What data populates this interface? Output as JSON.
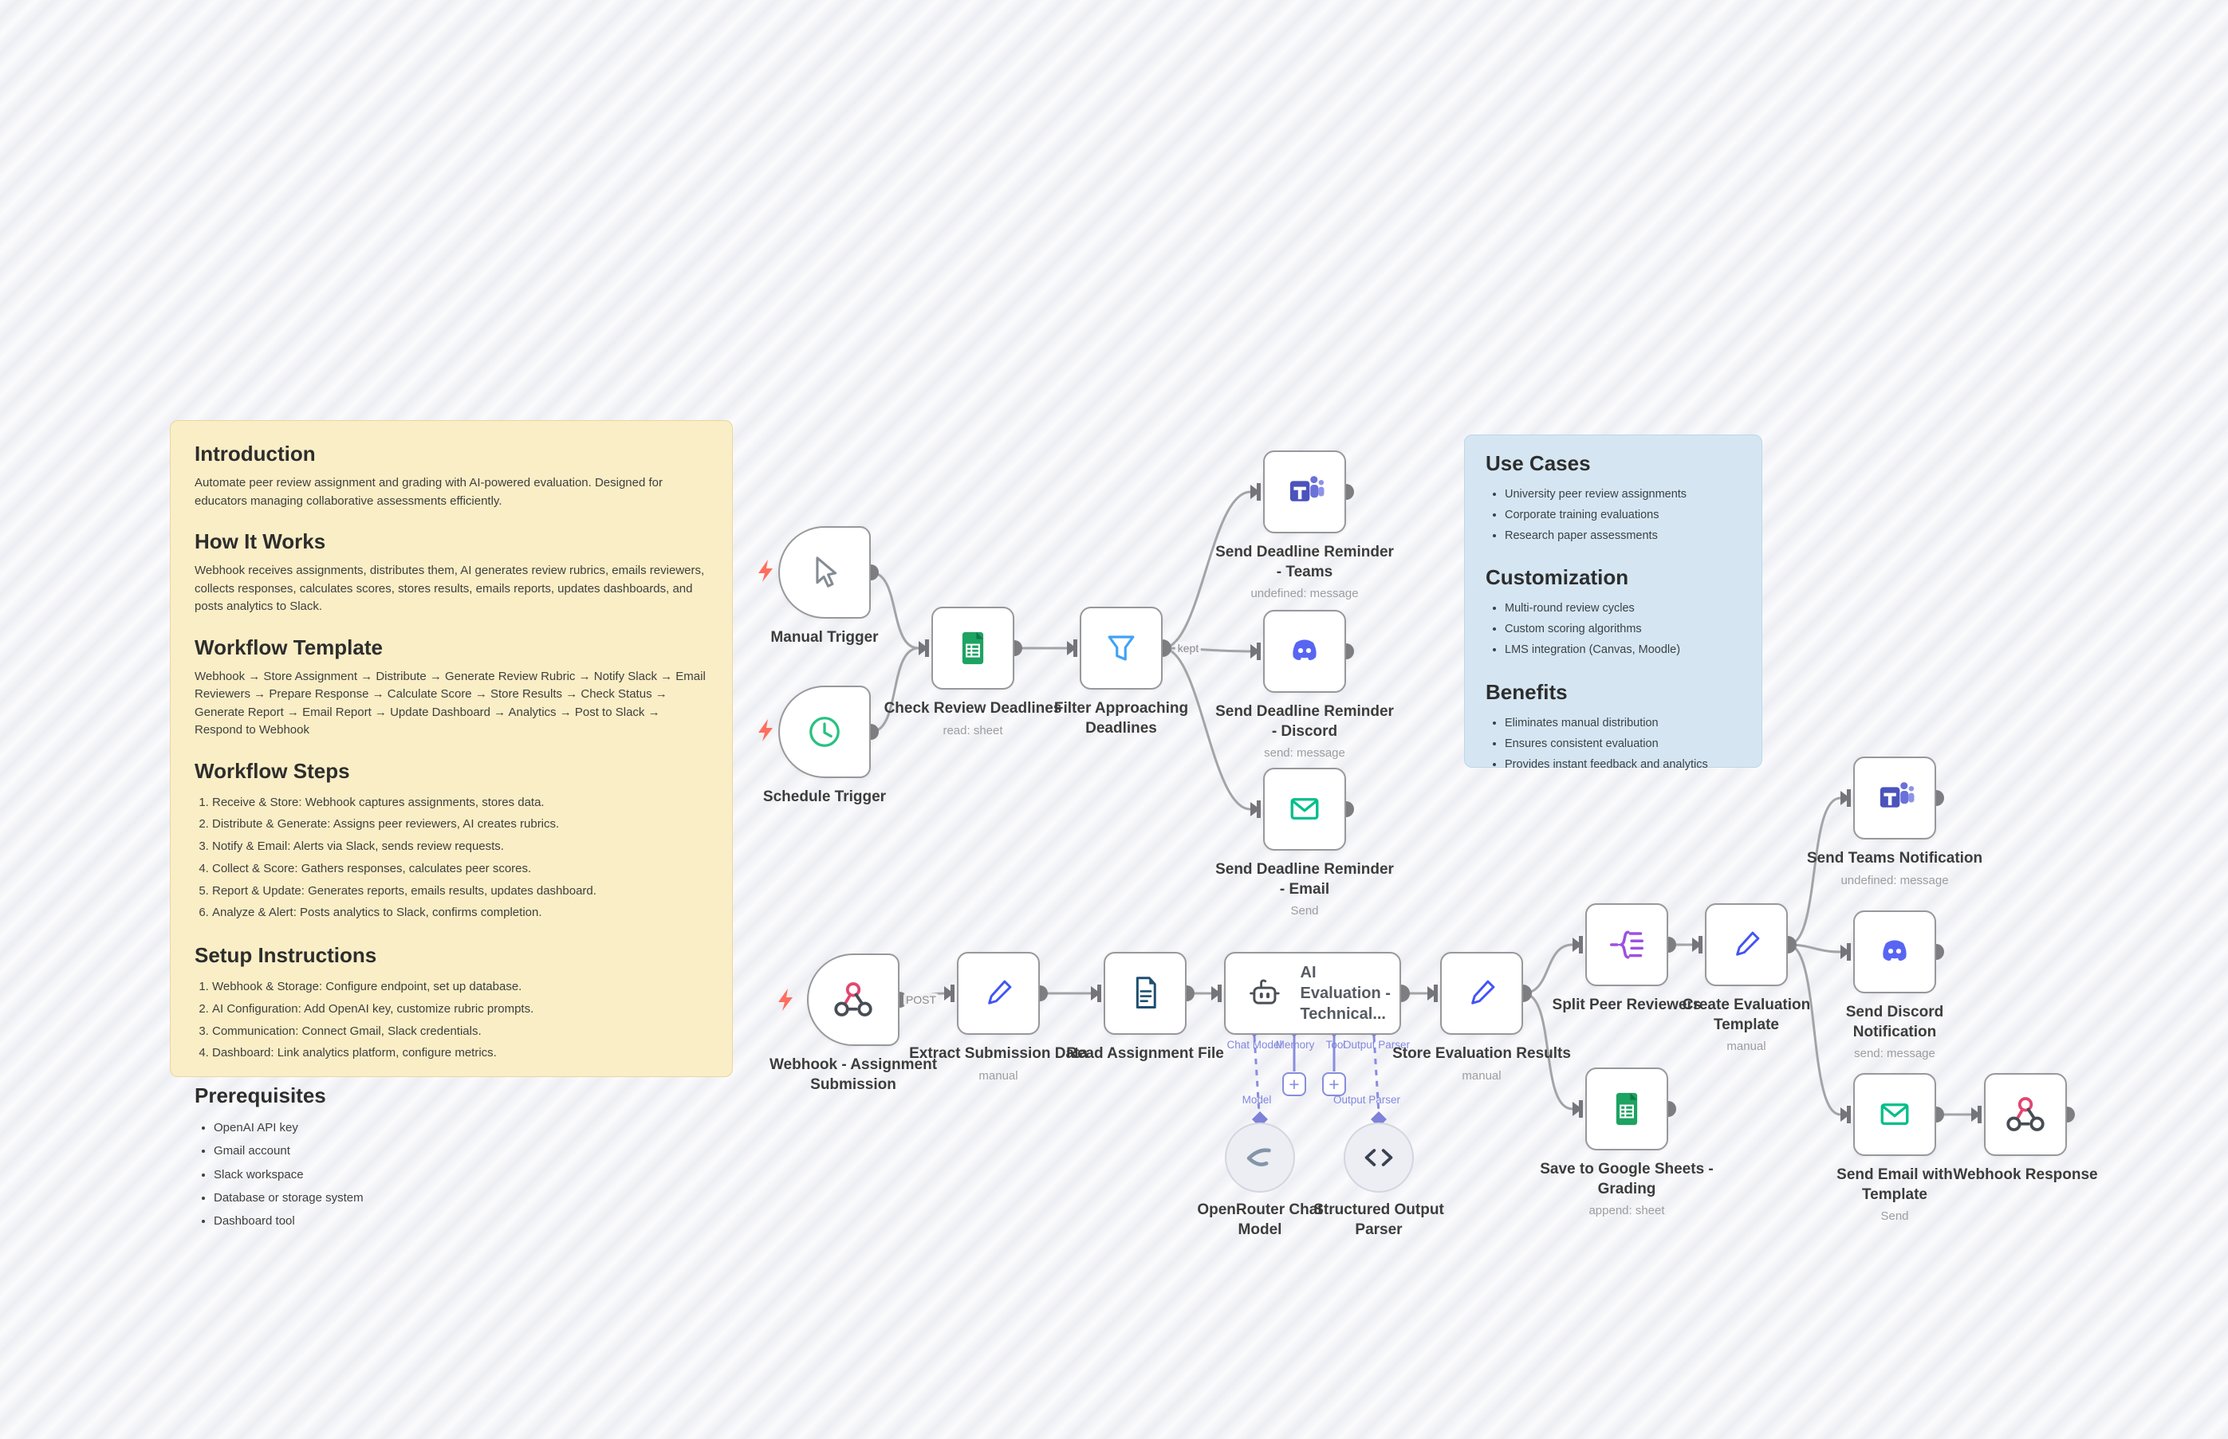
{
  "notes": {
    "yellow": {
      "intro_h": "Introduction",
      "intro_p": "Automate peer review assignment and grading with AI-powered evaluation. Designed for educators managing collaborative assessments efficiently.",
      "how_h": "How It Works",
      "how_p": "Webhook receives assignments, distributes them, AI generates review rubrics, emails reviewers, collects responses, calculates scores, stores results, emails reports, updates dashboards, and posts analytics to Slack.",
      "template_h": "Workflow Template",
      "template_p": "Webhook → Store Assignment → Distribute → Generate Review Rubric → Notify Slack → Email Reviewers → Prepare Response → Calculate Score → Store Results → Check Status → Generate Report → Email Report → Update Dashboard → Analytics → Post to Slack → Respond to Webhook",
      "steps_h": "Workflow Steps",
      "steps": [
        "Receive & Store: Webhook captures assignments, stores data.",
        "Distribute & Generate: Assigns peer reviewers, AI creates rubrics.",
        "Notify & Email: Alerts via Slack, sends review requests.",
        "Collect & Score: Gathers responses, calculates peer scores.",
        "Report & Update: Generates reports, emails results, updates dashboard.",
        "Analyze & Alert: Posts analytics to Slack, confirms completion."
      ],
      "setup_h": "Setup Instructions",
      "setup": [
        "Webhook & Storage: Configure endpoint, set up database.",
        "AI Configuration: Add OpenAI key, customize rubric prompts.",
        "Communication: Connect Gmail, Slack credentials.",
        "Dashboard: Link analytics platform, configure metrics."
      ],
      "prereq_h": "Prerequisites",
      "prereqs": [
        "OpenAI API key",
        "Gmail account",
        "Slack workspace",
        "Database or storage system",
        "Dashboard tool"
      ]
    },
    "blue": {
      "usecases_h": "Use Cases",
      "usecases": [
        "University peer review assignments",
        "Corporate training evaluations",
        "Research paper assessments"
      ],
      "custom_h": "Customization",
      "custom": [
        "Multi-round review cycles",
        "Custom scoring algorithms",
        "LMS integration (Canvas, Moodle)"
      ],
      "benefits_h": "Benefits",
      "benefits": [
        "Eliminates manual distribution",
        "Ensures consistent evaluation",
        "Provides instant feedback and analytics"
      ]
    }
  },
  "nodes": {
    "manual_trigger": {
      "name": "Manual Trigger"
    },
    "schedule_trigger": {
      "name": "Schedule Trigger"
    },
    "check_deadlines": {
      "name": "Check Review Deadlines",
      "subtitle": "read: sheet"
    },
    "filter_deadlines": {
      "name": "Filter Approaching\nDeadlines"
    },
    "rem_teams": {
      "name": "Send Deadline Reminder\n- Teams",
      "subtitle": "undefined: message"
    },
    "rem_discord": {
      "name": "Send Deadline Reminder\n- Discord",
      "subtitle": "send: message"
    },
    "rem_email": {
      "name": "Send Deadline Reminder\n- Email",
      "subtitle": "Send"
    },
    "webhook": {
      "name": "Webhook - Assignment\nSubmission"
    },
    "extract": {
      "name": "Extract Submission Data",
      "subtitle": "manual"
    },
    "read_file": {
      "name": "Read Assignment File"
    },
    "ai_eval": {
      "line1": "AI Evaluation -",
      "line2": "Technical..."
    },
    "store_results": {
      "name": "Store Evaluation Results",
      "subtitle": "manual"
    },
    "split": {
      "name": "Split Peer Reviewers"
    },
    "create_template": {
      "name": "Create Evaluation\nTemplate",
      "subtitle": "manual"
    },
    "sheets_grading": {
      "name": "Save to Google Sheets -\nGrading",
      "subtitle": "append: sheet"
    },
    "teams_notif": {
      "name": "Send Teams Notification",
      "subtitle": "undefined: message"
    },
    "discord_notif": {
      "name": "Send Discord\nNotification",
      "subtitle": "send: message"
    },
    "email_template": {
      "name": "Send Email with\nTemplate",
      "subtitle": "Send"
    },
    "webhook_response": {
      "name": "Webhook Response"
    },
    "openrouter": {
      "name": "OpenRouter Chat\nModel"
    },
    "output_parser": {
      "name": "Structured Output\nParser"
    }
  },
  "edge_labels": {
    "post": "POST",
    "kept": "kept"
  },
  "connectors": {
    "chat_model": "Chat Model",
    "memory": "Memory",
    "tool": "Tool",
    "output_parser": "Output Parser",
    "model": "Model",
    "parser_label": "Output Parser",
    "plus": "+"
  },
  "colors": {
    "canvas_stripe_light": "#fbfbfd",
    "canvas_stripe_dark": "#edeef3",
    "note_yellow": "#faeec6",
    "note_blue": "#d5e6f2",
    "node_border": "#98989c",
    "edge": "#a2a4a8",
    "connector_purple": "#8287de",
    "bolt_orange": "#ff6e5e",
    "teams_purple": "#4b53bc",
    "discord_blurple": "#5865f2",
    "sheets_green": "#1da362",
    "email_green": "#00bf8a",
    "clock_green": "#27c281",
    "funnel_blue": "#3fa2f7",
    "pen_blue": "#4254f5",
    "doc_navy": "#1d4f70",
    "webhook_pink": "#e0476f",
    "split_purple": "#9b51e0"
  }
}
